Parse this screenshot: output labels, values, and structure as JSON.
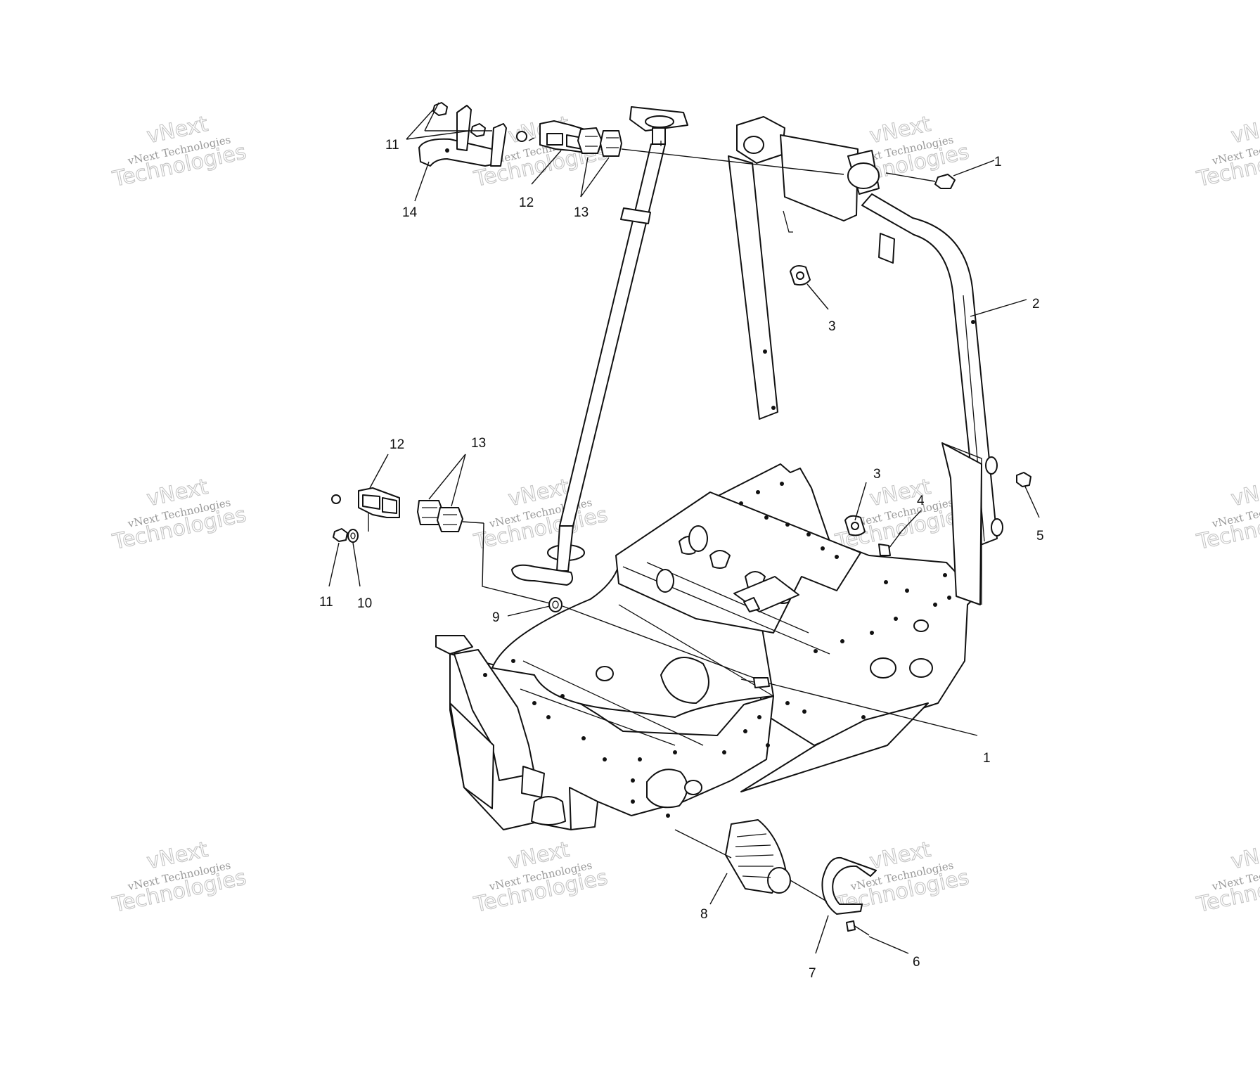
{
  "watermark": {
    "line1": "vNext",
    "line2": "vNext Technologies",
    "line3": "Technologies"
  },
  "callouts": [
    {
      "id": "c1a",
      "text": "1"
    },
    {
      "id": "c1b",
      "text": "1"
    },
    {
      "id": "c2",
      "text": "2"
    },
    {
      "id": "c3a",
      "text": "3"
    },
    {
      "id": "c3b",
      "text": "3"
    },
    {
      "id": "c4",
      "text": "4"
    },
    {
      "id": "c5",
      "text": "5"
    },
    {
      "id": "c6",
      "text": "6"
    },
    {
      "id": "c7",
      "text": "7"
    },
    {
      "id": "c8",
      "text": "8"
    },
    {
      "id": "c9",
      "text": "9"
    },
    {
      "id": "c10",
      "text": "10"
    },
    {
      "id": "c11a",
      "text": "11"
    },
    {
      "id": "c11b",
      "text": "11"
    },
    {
      "id": "c12a",
      "text": "12"
    },
    {
      "id": "c12b",
      "text": "12"
    },
    {
      "id": "c13a",
      "text": "13"
    },
    {
      "id": "c13b",
      "text": "13"
    },
    {
      "id": "c14",
      "text": "14"
    }
  ]
}
